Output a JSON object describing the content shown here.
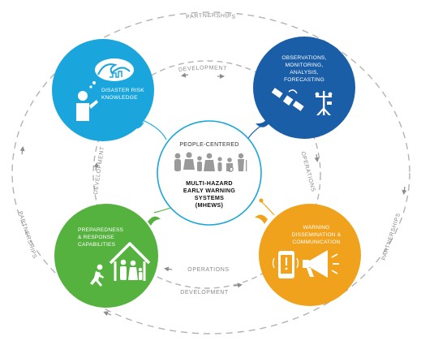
{
  "outer_ring": {
    "labels": [
      "PARTNERSHIPS",
      "PARTNERSHIPS",
      "PARTNERSHIPS"
    ]
  },
  "inner_ring": {
    "top": "DEVELOPMENT",
    "right": "OPERATIONS",
    "bottom_operations": "OPERATIONS",
    "bottom_development": "DEVELOPMENT",
    "left": "DEVELOPMENT"
  },
  "center": {
    "tagline": "PEOPLE-CENTERED",
    "title_lines": [
      "MULTI-HAZARD",
      "EARLY WARNING",
      "SYSTEMS",
      "(MHEWS)"
    ]
  },
  "nodes": {
    "risk_knowledge": {
      "lines": [
        "DISASTER RISK",
        "KNOWLEDGE"
      ],
      "color": "#1aa6dc",
      "icons": [
        "person-thinking-icon",
        "tsunami-wave-icon"
      ]
    },
    "observations": {
      "lines": [
        "OBSERVATIONS,",
        "MONITORING,",
        "ANALYSIS,",
        "FORECASTING"
      ],
      "color": "#1a5ea8",
      "icons": [
        "satellite-icon",
        "weather-station-icon"
      ]
    },
    "preparedness": {
      "lines": [
        "PREPAREDNESS",
        "& RESPONSE",
        "CAPABILITIES"
      ],
      "color": "#56b23f",
      "icons": [
        "house-family-icon",
        "running-person-icon"
      ]
    },
    "warning": {
      "lines": [
        "WARNING",
        "DISSEMINATION &",
        "COMMUNICATION"
      ],
      "color": "#f0a21c",
      "icons": [
        "smartphone-alert-icon",
        "megaphone-icon"
      ]
    }
  },
  "connector_color": "#1aa6dc"
}
